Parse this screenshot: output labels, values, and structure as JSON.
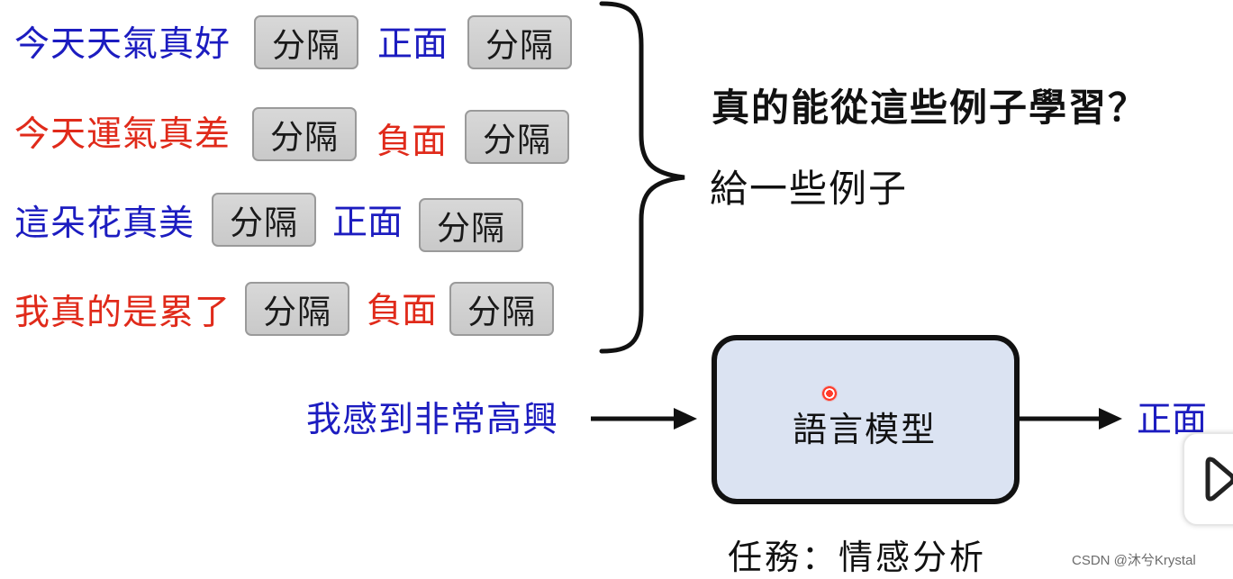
{
  "examples": [
    {
      "text": "今天天氣真好",
      "sep1": "分隔",
      "label": "正面",
      "sep2": "分隔",
      "color": "#1c1cc0"
    },
    {
      "text": "今天運氣真差",
      "sep1": "分隔",
      "label": "負面",
      "sep2": "分隔",
      "color": "#e02a1a"
    },
    {
      "text": "這朵花真美",
      "sep1": "分隔",
      "label": "正面",
      "sep2": "分隔",
      "color": "#1c1cc0"
    },
    {
      "text": "我真的是累了",
      "sep1": "分隔",
      "label": "負面",
      "sep2": "分隔",
      "color": "#e02a1a"
    }
  ],
  "question": "真的能從這些例子學習？",
  "give_examples": "給一些例子",
  "input_sentence": "我感到非常高興",
  "model_label": "語言模型",
  "output_label": "正面",
  "task": "任務：情感分析",
  "watermark": "CSDN @沐兮Krystal",
  "colors": {
    "positive": "#1c1cc0",
    "negative": "#e02a1a",
    "model_fill": "#dbe3f2",
    "separator_fill": "#cfcfcf"
  }
}
